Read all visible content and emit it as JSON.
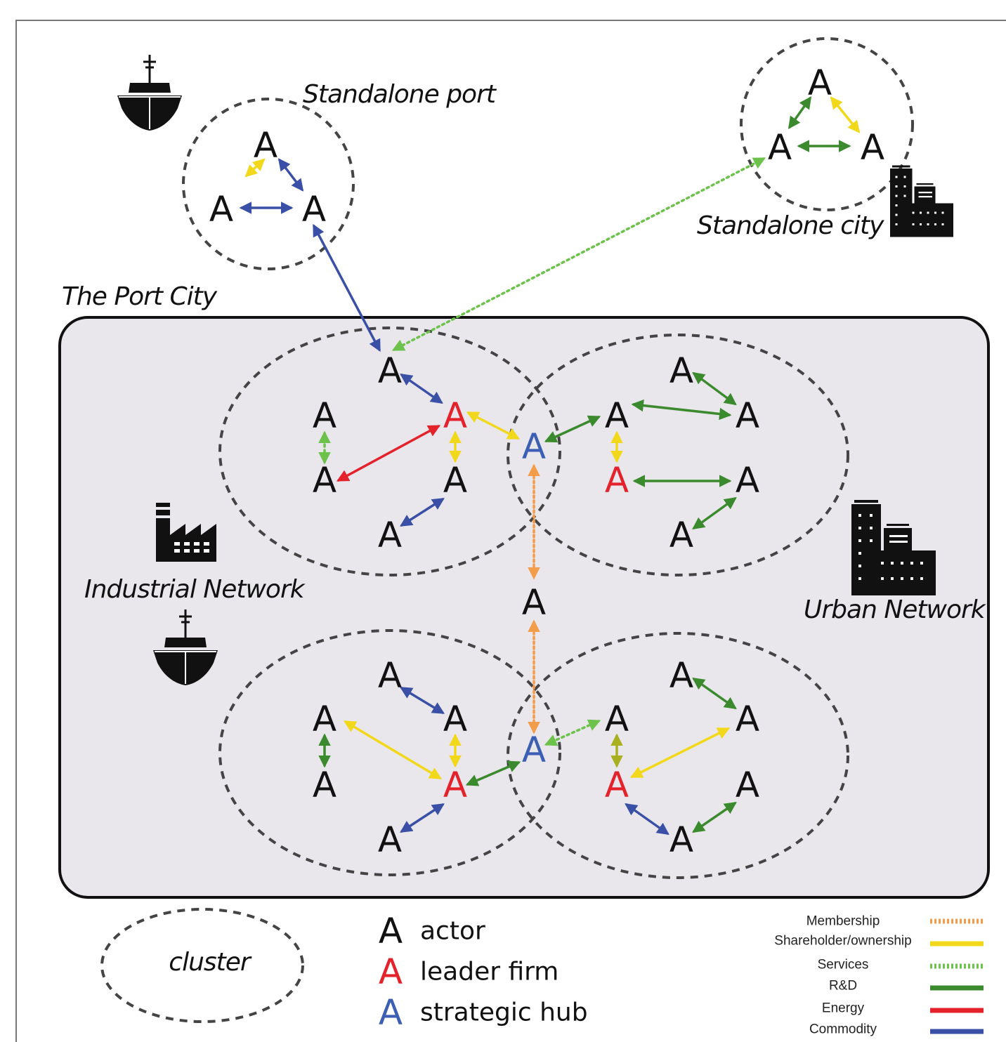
{
  "labels": {
    "standalone_port": "Standalone port",
    "standalone_city": "Standalone city",
    "port_city": "The Port City",
    "industrial_network": "Industrial Network",
    "urban_network": "Urban Network"
  },
  "node_letter": "A",
  "legend": {
    "cluster": "cluster",
    "node_types": [
      {
        "label": "actor",
        "color": "#111111"
      },
      {
        "label": "leader firm",
        "color": "#e3222b"
      },
      {
        "label": "strategic hub",
        "color": "#3d5fb3"
      }
    ],
    "edge_types": [
      {
        "label": "Membership",
        "color": "#f39c4a",
        "style": "dotted"
      },
      {
        "label": "Shareholder/ownership",
        "color": "#f2d81a",
        "style": "solid"
      },
      {
        "label": "Services",
        "color": "#6cc24a",
        "style": "dotted"
      },
      {
        "label": "R&D",
        "color": "#3b8a2e",
        "style": "solid"
      },
      {
        "label": "Energy",
        "color": "#e3222b",
        "style": "solid"
      },
      {
        "label": "Commodity",
        "color": "#3a4fa6",
        "style": "solid"
      }
    ]
  },
  "colors": {
    "actor": "#111111",
    "leader": "#e3222b",
    "hub": "#3d5fb3",
    "port_city_fill": "#e9e7ec"
  },
  "icons": [
    "ship-icon",
    "factory-icon",
    "city-buildings-icon"
  ]
}
